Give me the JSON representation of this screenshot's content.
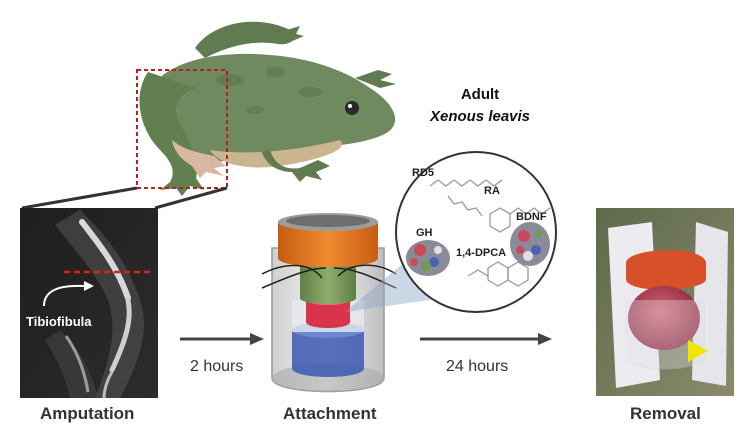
{
  "title": {
    "line1": "Adult",
    "line2": "Xenous leavis"
  },
  "stages": {
    "amputation": "Amputation",
    "attachment": "Attachment",
    "removal": "Removal"
  },
  "xray": {
    "bone_label": "Tibiofibula"
  },
  "arrows": {
    "first": "2  hours",
    "second": "24 hours"
  },
  "molecules": {
    "rd5": "RD5",
    "ra": "RA",
    "gh": "GH",
    "dpca": "1,4-DPCA",
    "bdnf": "BDNF"
  },
  "colors": {
    "frog_skin": "#6f8a5e",
    "frog_dark": "#4e6a42",
    "frog_belly": "#d9b7a0",
    "highlight_box": "#b22222",
    "amputation_line": "#e0201c",
    "cap_orange": "#e8741c",
    "gel_green": "#7a9a5a",
    "gel_red": "#d8354a",
    "gel_blue": "#3a58b0",
    "arrow_gray": "#444444",
    "marker_yellow": "#f2e600"
  }
}
